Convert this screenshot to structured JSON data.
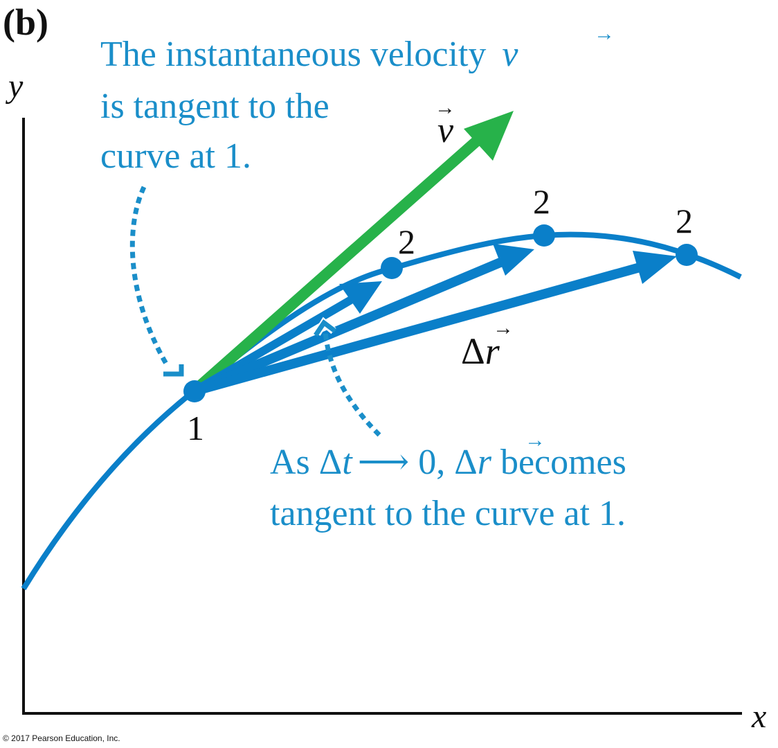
{
  "panel_label": "(b)",
  "axes": {
    "x_label": "x",
    "y_label": "y"
  },
  "callout_top": {
    "line1": "The instantaneous velocity",
    "line1_symbol": "v",
    "line2": "is tangent to the",
    "line3": "curve at 1."
  },
  "callout_bottom": {
    "line1_prefix": "As Δ",
    "line1_t": "t",
    "line1_arrow": "⟶ 0, Δ",
    "line1_r": "r",
    "line1_suffix": " becomes",
    "line2": "tangent to the curve at 1."
  },
  "labels": {
    "velocity": "v",
    "displacement_delta": "Δ",
    "displacement_r": "r",
    "point_1": "1",
    "point_2": "2",
    "vector_arrow": "→"
  },
  "copyright": "© 2017 Pearson Education, Inc.",
  "colors": {
    "blue": "#0a7fc9",
    "text_blue": "#1a8ec9",
    "green": "#27b24a",
    "black": "#111111"
  }
}
